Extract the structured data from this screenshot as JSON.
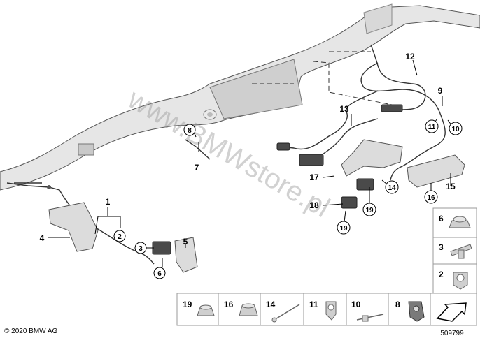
{
  "callouts": {
    "c1": "1",
    "c2": "2",
    "c3": "3",
    "c4": "4",
    "c5": "5",
    "c6": "6",
    "c7": "7",
    "c8": "8",
    "c9": "9",
    "c10": "10",
    "c11": "11",
    "c12": "12",
    "c13": "13",
    "c14": "14",
    "c15": "15",
    "c16": "16",
    "c17": "17",
    "c18": "18",
    "c19": "19"
  },
  "legend_side": [
    "6",
    "3",
    "2"
  ],
  "legend_bottom": [
    "19",
    "16",
    "14",
    "11",
    "10",
    "8"
  ],
  "copyright": "© 2020 BMW AG",
  "diagram_number": "509799",
  "watermark": "www.BMWstore.pl"
}
